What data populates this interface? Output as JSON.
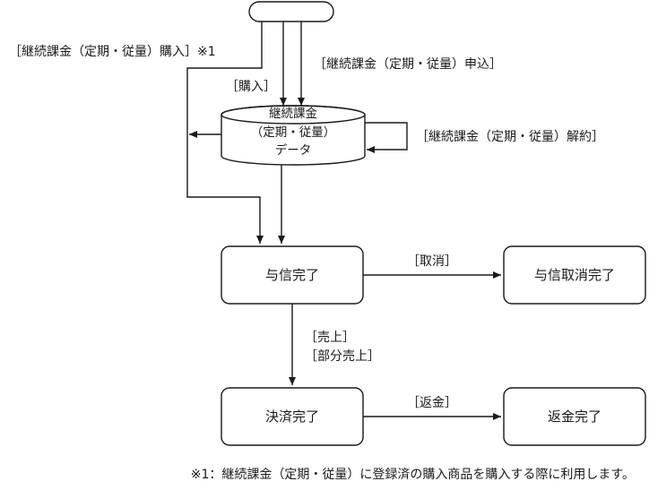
{
  "diagram": {
    "nodes": {
      "start": {
        "text": ""
      },
      "db": {
        "lines": [
          "継続課金",
          "（定期・従量）",
          "データ"
        ]
      },
      "credit_done": {
        "text": "与信完了"
      },
      "credit_cancel_done": {
        "text": "与信取消完了"
      },
      "settle_done": {
        "text": "決済完了"
      },
      "refund_done": {
        "text": "返金完了"
      }
    },
    "edges": {
      "purchase_note": "［継続課金（定期・従量）購入］※1",
      "apply": "［継続課金（定期・従量）申込］",
      "purchase": "［購入］",
      "cancel_contract": "［継続課金（定期・従量）解約］",
      "cancel": "［取消］",
      "sales": "［売上］",
      "partial_sales": "［部分売上］",
      "refund": "［返金］"
    },
    "footnote": "※1：継続課金（定期・従量）に登録済の購入商品を購入する際に利用します。"
  }
}
